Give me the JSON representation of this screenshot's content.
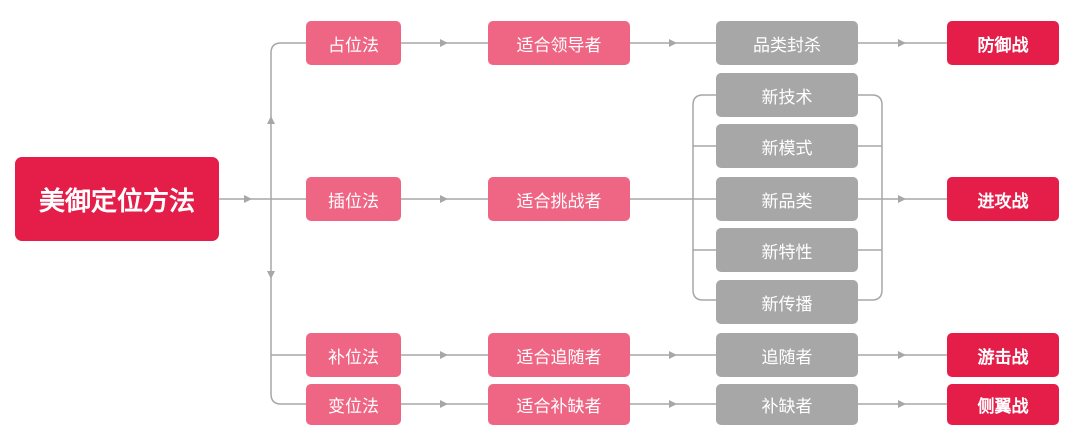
{
  "colors": {
    "root": "#e41d49",
    "pink": "#ef6685",
    "gray": "#a7a7a7",
    "result": "#e41d49",
    "line": "#a7a7a7"
  },
  "root": "美御定位方法",
  "branches": [
    {
      "method": "占位法",
      "role": "适合领导者",
      "action": "品类封杀",
      "result": "防御战"
    },
    {
      "method": "插位法",
      "role": "适合挑战者",
      "actions": [
        "新技术",
        "新模式",
        "新品类",
        "新特性",
        "新传播"
      ],
      "result": "进攻战"
    },
    {
      "method": "补位法",
      "role": "适合追随者",
      "action": "追随者",
      "result": "游击战"
    },
    {
      "method": "变位法",
      "role": "适合补缺者",
      "action": "补缺者",
      "result": "侧翼战"
    }
  ]
}
